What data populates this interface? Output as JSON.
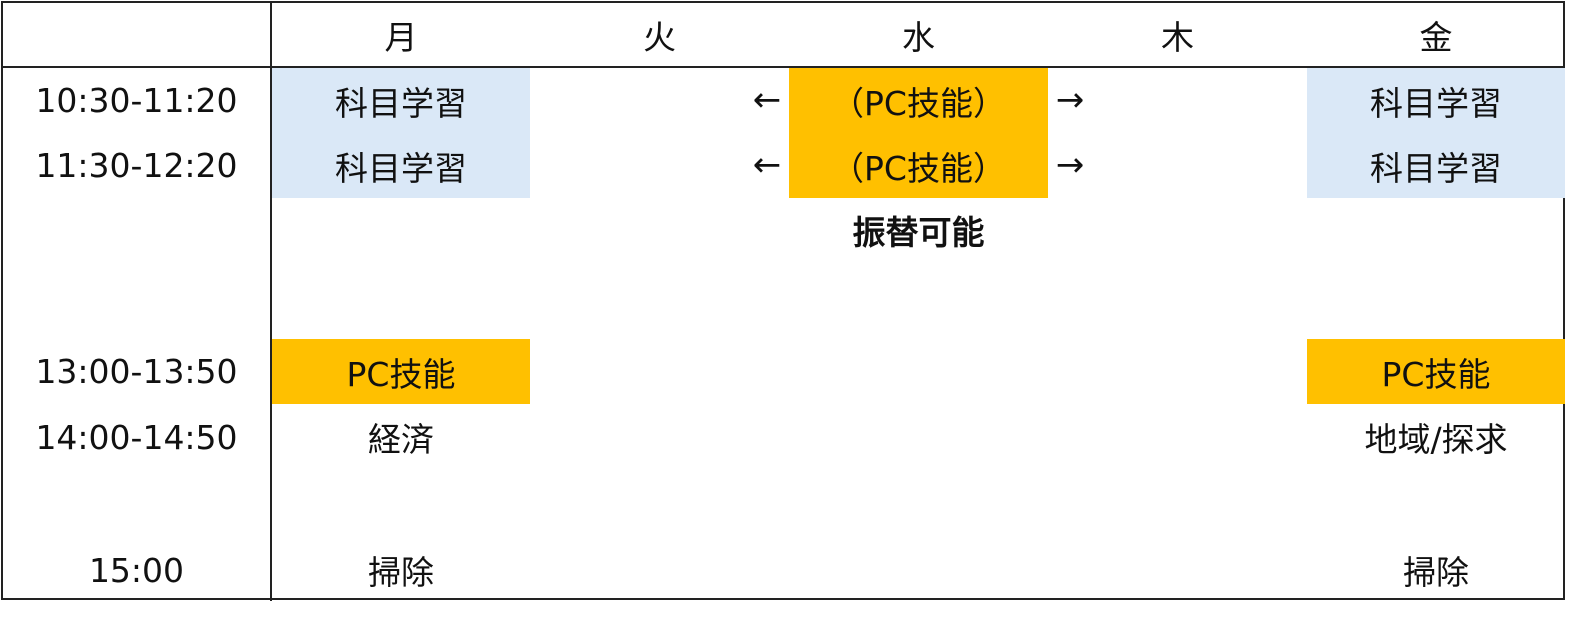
{
  "header": {
    "days": [
      "月",
      "火",
      "水",
      "木",
      "金"
    ]
  },
  "times": [
    "10:30-11:20",
    "11:30-12:20",
    "13:00-13:50",
    "14:00-14:50",
    "15:00"
  ],
  "monday": {
    "p1": "科目学習",
    "p2": "科目学習",
    "p3": "PC技能",
    "p4": "経済",
    "p5": "掃除"
  },
  "wednesday": {
    "p1": "（PC技能）",
    "p2": "（PC技能）",
    "note": "振替可能",
    "arrow_left": "←",
    "arrow_right": "→"
  },
  "friday": {
    "p1": "科目学習",
    "p2": "科目学習",
    "p3": "PC技能",
    "p4": "地域/探求",
    "p5": "掃除"
  },
  "colors": {
    "study": "#dae8f7",
    "pc": "#ffc000"
  }
}
